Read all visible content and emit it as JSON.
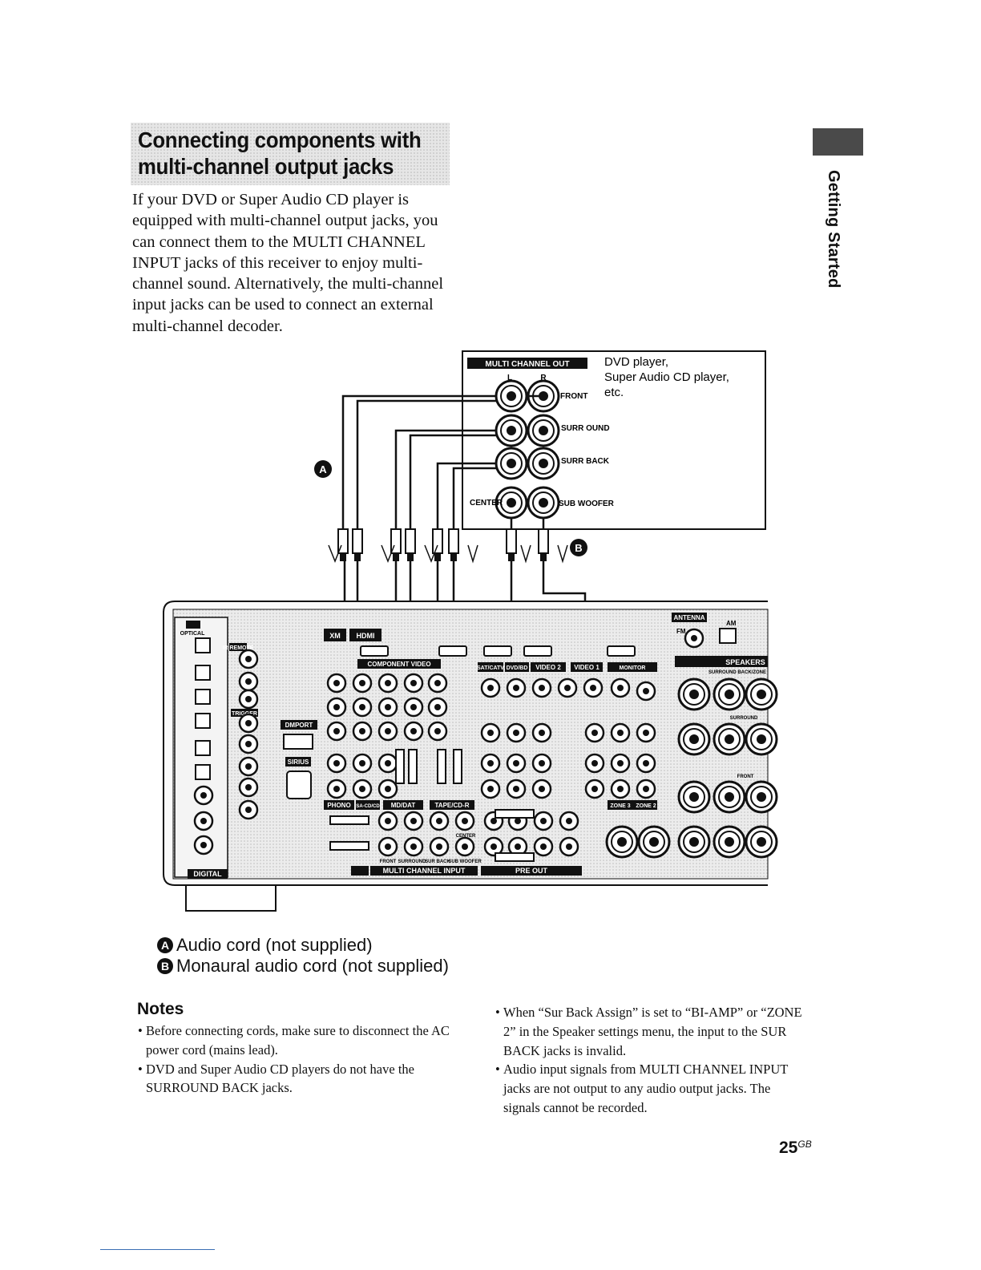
{
  "section": {
    "title_line1": "Connecting components with",
    "title_line2": "multi-channel output jacks",
    "intro": "If your DVD or Super Audio CD player is equipped with multi-channel output jacks, you can connect them to the MULTI CHANNEL INPUT jacks of this receiver to enjoy multi-channel sound. Alternatively, the multi-channel input jacks can be used to connect an external multi-channel decoder."
  },
  "side_tab": {
    "label": "Getting Started"
  },
  "diagram": {
    "source_device": {
      "panel_label": "MULTI CHANNEL OUT",
      "col_left": "L",
      "col_right": "R",
      "rows": [
        "FRONT",
        "SURR OUND",
        "SURR BACK",
        "SUB WOOFER"
      ],
      "center_label": "CENTER",
      "desc_line1": "DVD player,",
      "desc_line2": "Super Audio CD player,",
      "desc_line3": "etc."
    },
    "cable_a": "A",
    "cable_b": "B",
    "receiver": {
      "digital": "DIGITAL",
      "optical": "OPTICAL",
      "ir_remote": "IR REMOTE",
      "trigger": "TRIGGER",
      "dmport": "DMPORT",
      "sirius": "SIRIUS",
      "xm": "XM",
      "hdmi": "HDMI",
      "component_video": "COMPONENT VIDEO",
      "sat_catv": "SAT/CATV",
      "dvd_bd": "DVD/BD",
      "video2": "VIDEO 2",
      "video1": "VIDEO 1",
      "monitor": "MONITOR",
      "phono": "PHONO",
      "sa_cd": "SA-CD/CD",
      "md_dat": "MD/DAT",
      "tape_cd_r": "TAPE/CD-R",
      "multi_channel_input": "MULTI CHANNEL INPUT",
      "pre_out": "PRE OUT",
      "antenna": "ANTENNA",
      "fm": "FM",
      "am": "AM",
      "speakers": "SPEAKERS",
      "surround_back": "SURROUND BACK/ZONE",
      "surround": "SURROUND",
      "front": "FRONT",
      "zone3": "ZONE 3",
      "zone2": "ZONE 2",
      "center": "CENTER",
      "front_jack": "FRONT",
      "surround_jack": "SURROUND",
      "sur_back_jack": "SUR BACK",
      "sub_woofer_jack": "SUB WOOFER"
    }
  },
  "legend": {
    "a_badge": "A",
    "a_text": "Audio cord (not supplied)",
    "b_badge": "B",
    "b_text": "Monaural audio cord (not supplied)"
  },
  "notes": {
    "title": "Notes",
    "items_left": [
      "Before connecting cords, make sure to disconnect the AC power cord (mains lead).",
      "DVD and Super Audio CD players do not have the SURROUND BACK jacks."
    ],
    "items_right": [
      "When “Sur Back Assign” is set to “BI-AMP” or “ZONE 2” in the Speaker settings menu, the input to the SUR BACK jacks is invalid.",
      "Audio input signals from MULTI CHANNEL INPUT jacks are not output to any audio output jacks. The signals cannot be recorded."
    ]
  },
  "page": {
    "number": "25",
    "suffix": "GB"
  }
}
